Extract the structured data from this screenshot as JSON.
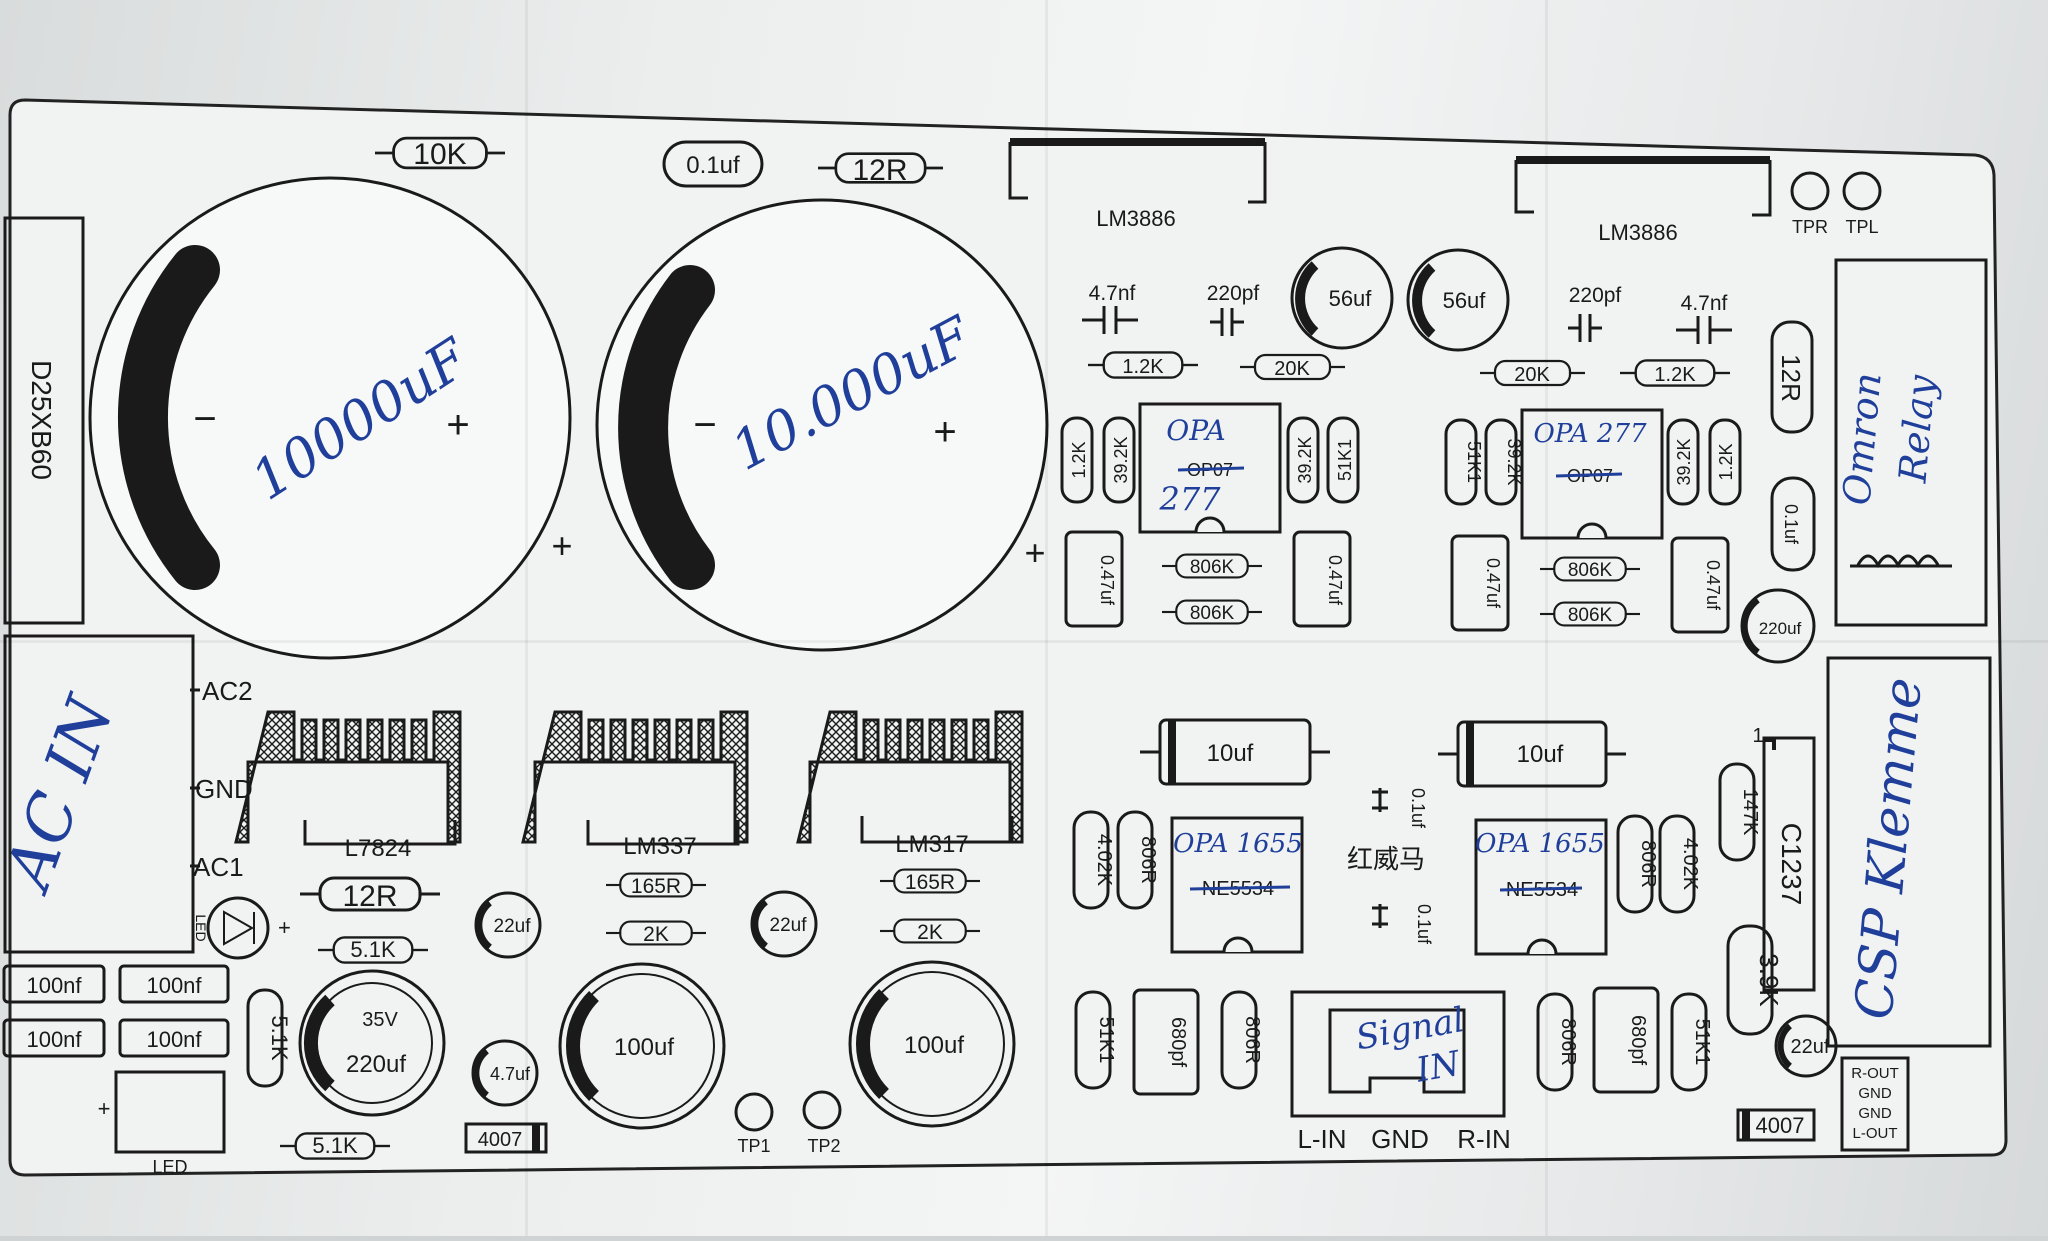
{
  "title_labels": {
    "bridge": "D25XB60",
    "r_top_10k": "10K",
    "cap_top": "0.1uf",
    "r_top_12r": "12R",
    "amp_left": "LM3886",
    "amp_right": "LM3886",
    "tp_right": "TPR",
    "tp_left": "TPL"
  },
  "big_caps": {
    "minus": "−",
    "plus": "+",
    "handwritten_left": "10000uF",
    "handwritten_right": "10.000uF"
  },
  "left_channel": {
    "c_47nf": "4.7nf",
    "c_220pf": "220pf",
    "c_56uf": "56uf",
    "r_12k_a": "1.2K",
    "r_20k": "20K",
    "r_12k_b": "1.2K",
    "r_392k_a": "39.2K",
    "r_392k_b": "39.2K",
    "r_51k1": "51K1",
    "op_printed": "OP07",
    "op_hw_top": "OPA",
    "op_hw_bottom": "277",
    "c_047_a": "0.47uf",
    "c_047_b": "0.47uf",
    "r_806k_a": "806K",
    "r_806k_b": "806K"
  },
  "right_channel": {
    "c_56uf": "56uf",
    "c_220pf": "220pf",
    "c_47nf": "4.7nf",
    "r_20k": "20K",
    "r_12k_a": "1.2K",
    "r_12k_b": "1.2K",
    "r_51k1": "51K1",
    "r_392k_a": "39.2K",
    "r_392k_b": "39.2K",
    "op_printed": "OP07",
    "op_hw": "OPA 277",
    "c_047_a": "0.47uf",
    "c_047_b": "0.47uf",
    "r_806k_a": "806K",
    "r_806k_b": "806K",
    "r_12r": "12R",
    "c_01uf": "0.1uf",
    "c_220uf": "220uf",
    "relay_hw_a": "Omron",
    "relay_hw_b": "Relay"
  },
  "power": {
    "ac2": "AC2",
    "gnd": "GND",
    "ac1": "AC1",
    "ac_in_hw": "AC IN",
    "led": "LED",
    "reg_a": "L7824",
    "reg_b": "LM337",
    "reg_c": "LM317",
    "r_12r": "12R",
    "r_165r_a": "165R",
    "r_165r_b": "165R",
    "r_2k_a": "2K",
    "r_2k_b": "2K",
    "r_51k_a": "5.1K",
    "r_51k_b": "5.1K",
    "r_51k_c": "5.1K",
    "c_22uf_a": "22uf",
    "c_22uf_b": "22uf",
    "c_22uf_c": "22uf",
    "c_47uf": "4.7uf",
    "c_100nf": "100nf",
    "cap_35v": "35V",
    "cap_220uf": "220uf",
    "cap_100uf_a": "100uf",
    "cap_100uf_b": "100uf",
    "diode_a": "4007",
    "diode_b": "4007",
    "tp1": "TP1",
    "tp2": "TP2",
    "led_box": "LED",
    "plus": "+"
  },
  "input_stage": {
    "c_10uf_a": "10uf",
    "c_10uf_b": "10uf",
    "c_01uf_a": "0.1uf",
    "c_01uf_b": "0.1uf",
    "chinese": "红威马",
    "r_402k_a": "4.02K",
    "r_402k_b": "4.02K",
    "r_806r_a": "806R",
    "r_806r_b": "806R",
    "r_806r_c": "806R",
    "r_806r_d": "806R",
    "op_l_printed": "NE5534",
    "op_l_hw": "OPA 1655",
    "op_r_printed": "NE5534",
    "op_r_hw": "OPA 1655",
    "r_51k1_a": "51K1",
    "r_51k1_b": "51K1",
    "c_680pf_a": "680pf",
    "c_680pf_b": "680pf",
    "signal_hw_a": "Signal",
    "signal_hw_b": "IN",
    "l_in": "L-IN",
    "gnd": "GND",
    "r_in": "R-IN"
  },
  "protection": {
    "r_147k": "147K",
    "ic": "C1237",
    "pin1": "1",
    "r_39k": "3.9K",
    "csp_hw": "CSP Klemme",
    "out_labels": [
      "R-OUT",
      "GND",
      "GND",
      "L-OUT"
    ]
  },
  "colors": {
    "ink": "#1a1a1a",
    "handwriting": "#1f3f9a",
    "paper": "#eef0f0"
  }
}
